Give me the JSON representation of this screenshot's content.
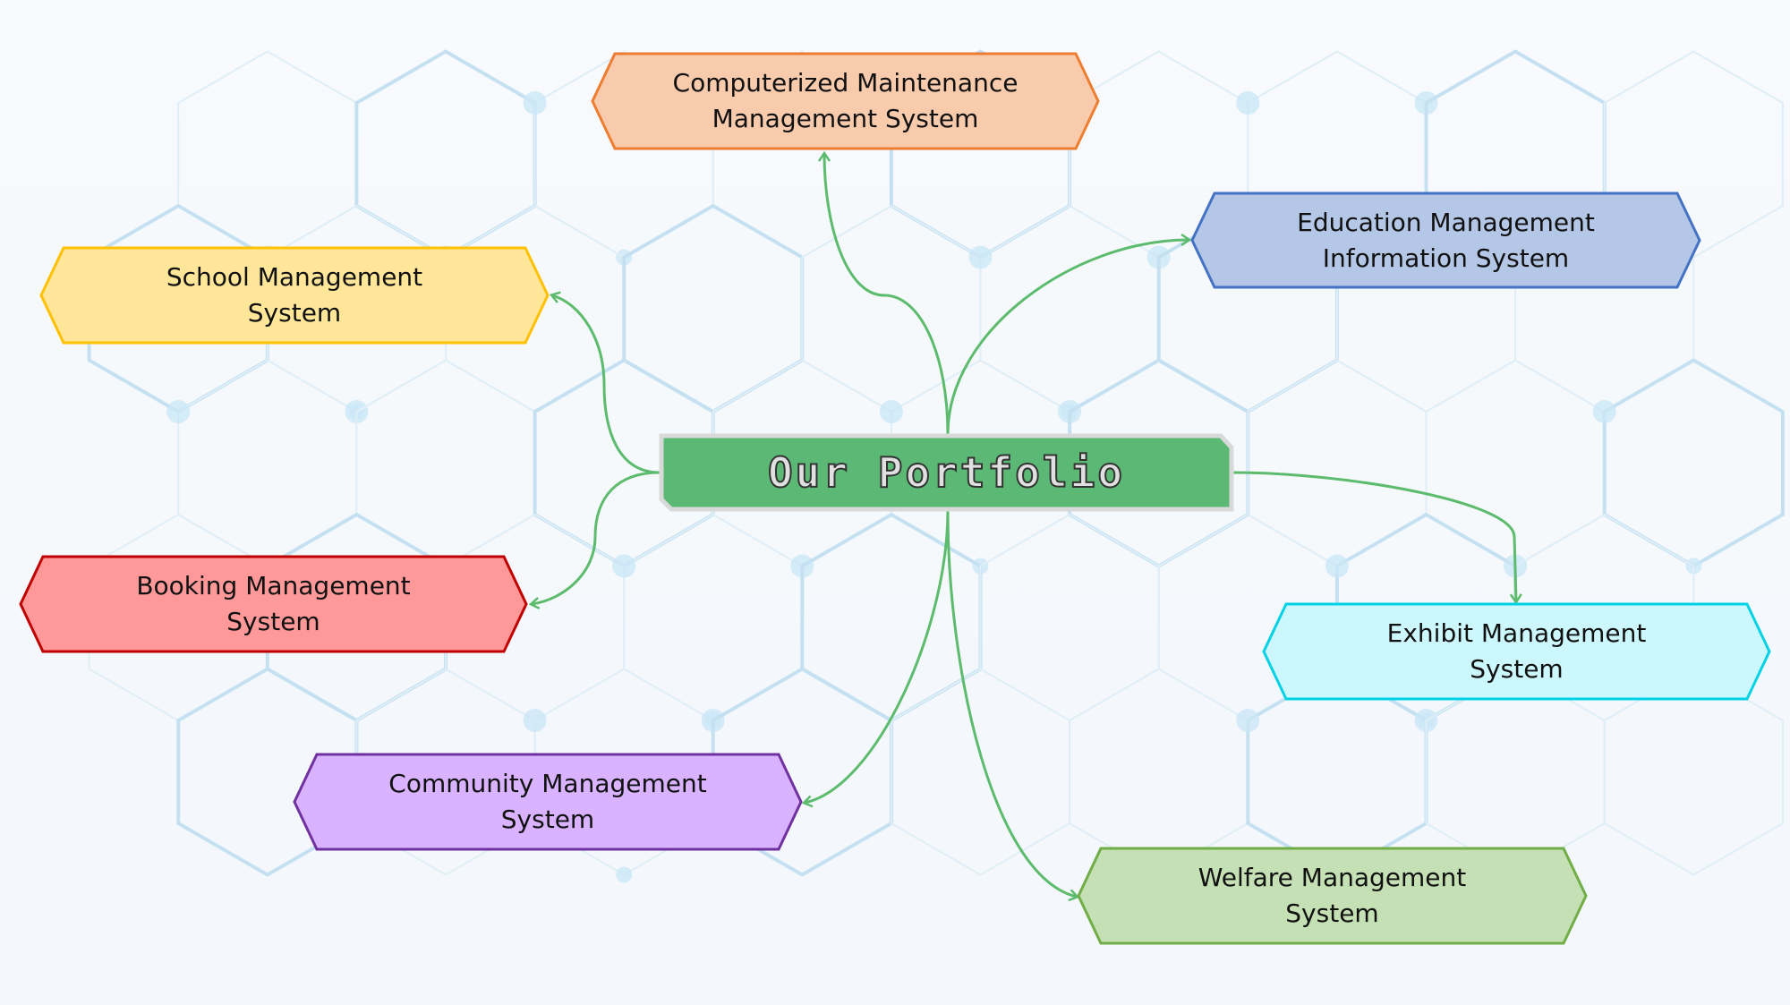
{
  "title": "Our Portfolio",
  "colors": {
    "connector": "#5dbb6e",
    "central_fill": "#5cb975",
    "central_border": "#d9d9d9"
  },
  "nodes": [
    {
      "id": "cmms",
      "line1": "Computerized Maintenance",
      "line2": "Management System",
      "fill": "#f8cbad",
      "stroke": "#ed7d31"
    },
    {
      "id": "education",
      "line1": "Education Management",
      "line2": "Information System",
      "fill": "#b4c7e7",
      "stroke": "#4472c4"
    },
    {
      "id": "school",
      "line1": "School Management",
      "line2": "System",
      "fill": "#ffe699",
      "stroke": "#ffc000"
    },
    {
      "id": "booking",
      "line1": "Booking Management",
      "line2": "System",
      "fill": "#ff9999",
      "stroke": "#c00000"
    },
    {
      "id": "exhibit",
      "line1": "Exhibit Management",
      "line2": "System",
      "fill": "#ccf7fc",
      "stroke": "#00d2e6"
    },
    {
      "id": "community",
      "line1": "Community Management",
      "line2": "System",
      "fill": "#d9b3ff",
      "stroke": "#7030a0"
    },
    {
      "id": "welfare",
      "line1": "Welfare Management",
      "line2": "System",
      "fill": "#c5e0b4",
      "stroke": "#70ad47"
    }
  ]
}
